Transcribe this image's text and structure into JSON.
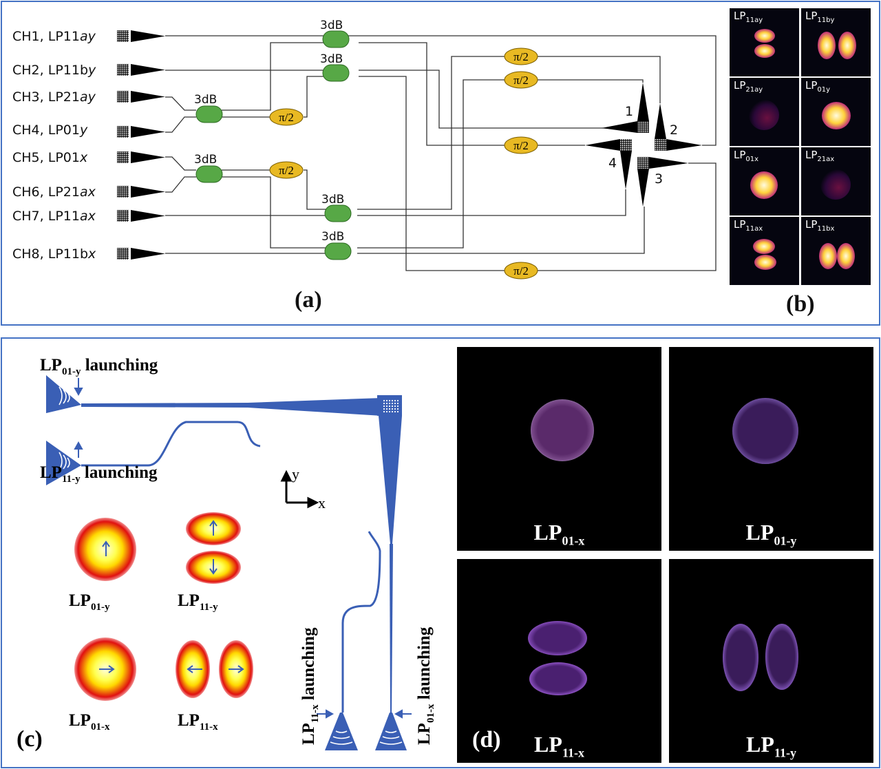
{
  "panel_a": {
    "label": "(a)",
    "channels": [
      {
        "ch": "CH1,",
        "mode": "LP11",
        "suffix": "ay"
      },
      {
        "ch": "CH2,",
        "mode": "LP11b",
        "suffix": "y"
      },
      {
        "ch": "CH3,",
        "mode": "LP21",
        "suffix": "ay"
      },
      {
        "ch": "CH4,",
        "mode": "LP01",
        "suffix": "y"
      },
      {
        "ch": "CH5,",
        "mode": "LP01",
        "suffix": "x"
      },
      {
        "ch": "CH6,",
        "mode": "LP21",
        "suffix": "ax"
      },
      {
        "ch": "CH7,",
        "mode": "LP11",
        "suffix": "ax"
      },
      {
        "ch": "CH8,",
        "mode": "LP11b",
        "suffix": "x"
      }
    ],
    "coupler_label": "3dB",
    "phase_label": "π/2",
    "port_labels": [
      "1",
      "2",
      "3",
      "4"
    ],
    "colors": {
      "coupler": "#57a846",
      "phase": "#e8b923",
      "border": "#4472c4"
    }
  },
  "panel_b": {
    "label": "(b)",
    "cells": [
      {
        "base": "LP",
        "sub": "11ay"
      },
      {
        "base": "LP",
        "sub": "11by"
      },
      {
        "base": "LP",
        "sub": "21ay"
      },
      {
        "base": "LP",
        "sub": "01y"
      },
      {
        "base": "LP",
        "sub": "01x"
      },
      {
        "base": "LP",
        "sub": "21ax"
      },
      {
        "base": "LP",
        "sub": "11ax"
      },
      {
        "base": "LP",
        "sub": "11bx"
      }
    ]
  },
  "panel_c": {
    "label": "(c)",
    "launch_top": {
      "base": "LP",
      "sub": "01-y",
      "text": " launching"
    },
    "launch_mid": {
      "base": "LP",
      "sub": "11-y",
      "text": " launching"
    },
    "launch_left_v": {
      "base": "LP",
      "sub": "11-x",
      "text": " launching"
    },
    "launch_right_v": {
      "base": "LP",
      "sub": "01-x",
      "text": " launching"
    },
    "axis_y": "y",
    "axis_x": "x",
    "modes": [
      {
        "base": "LP",
        "sub": "01-y"
      },
      {
        "base": "LP",
        "sub": "11-y"
      },
      {
        "base": "LP",
        "sub": "01-x"
      },
      {
        "base": "LP",
        "sub": "11-x"
      }
    ],
    "colors": {
      "waveguide": "#3a5fb5"
    }
  },
  "panel_d": {
    "label": "(d)",
    "cells": [
      {
        "base": "LP",
        "sub": "01-x"
      },
      {
        "base": "LP",
        "sub": "01-y"
      },
      {
        "base": "LP",
        "sub": "11-x"
      },
      {
        "base": "LP",
        "sub": "11-y"
      }
    ]
  }
}
